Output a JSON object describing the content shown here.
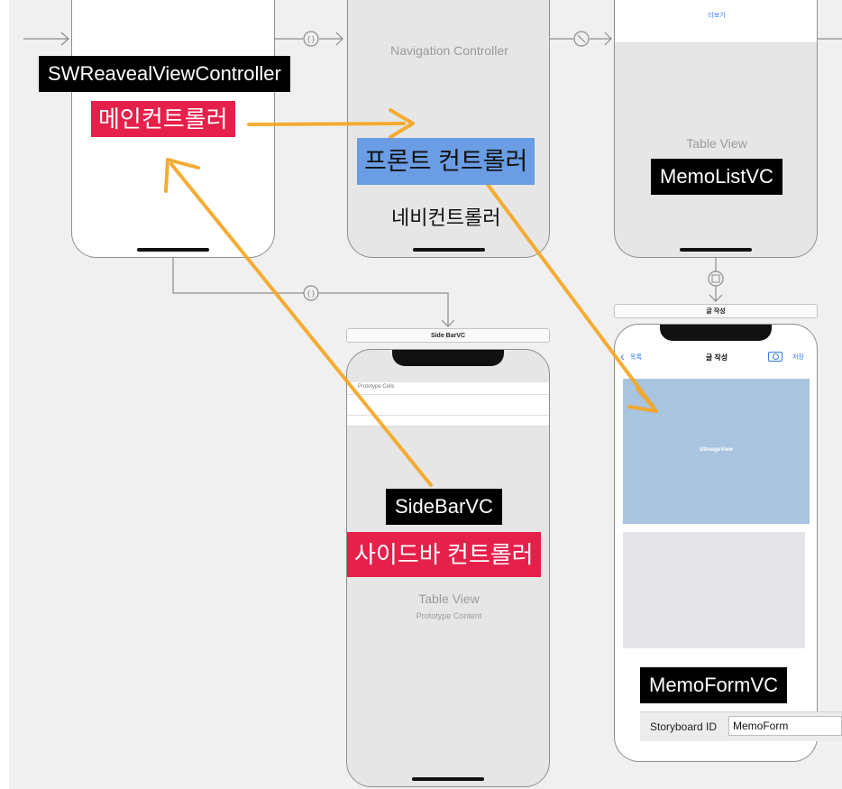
{
  "labels": {
    "sw_reveal": "SWReavealViewController",
    "main_controller": "메인컨트롤러",
    "front_controller": "프론트 컨트롤러",
    "navi_controller": "네비컨트롤러",
    "memo_list": "MemoListVC",
    "sidebar_vc": "SideBarVC",
    "sidebar_controller": "사이드바 컨트롤러",
    "memo_form": "MemoFormVC"
  },
  "scenes": {
    "navigation_controller_title": "Navigation Controller",
    "more_button": "더보기",
    "memo_list_table": "Table View",
    "sidebar_scene_title": "Side BarVC",
    "prototype_cells": "Prototype Cells",
    "sidebar_table": "Table View",
    "sidebar_prototype": "Prototype Content",
    "memo_form_scene_title": "글 작성",
    "nav_back": "목록",
    "nav_title": "글 작성",
    "nav_save": "저장",
    "image_view": "UIImageView"
  },
  "inspector": {
    "storyboard_id_label": "Storyboard ID",
    "storyboard_id_value": "MemoForm"
  },
  "colors": {
    "canvas": "#f0f0f0",
    "annotation_arrow": "#f5a623",
    "red_tag": "#e5204a",
    "blue_tag": "#6a9de3",
    "image_view": "#a9c4df",
    "link_blue": "#2f7cf6"
  },
  "icons": [
    "segue-relationship-icon",
    "segue-push-icon",
    "segue-present-icon",
    "back-chevron-icon",
    "camera-icon"
  ]
}
